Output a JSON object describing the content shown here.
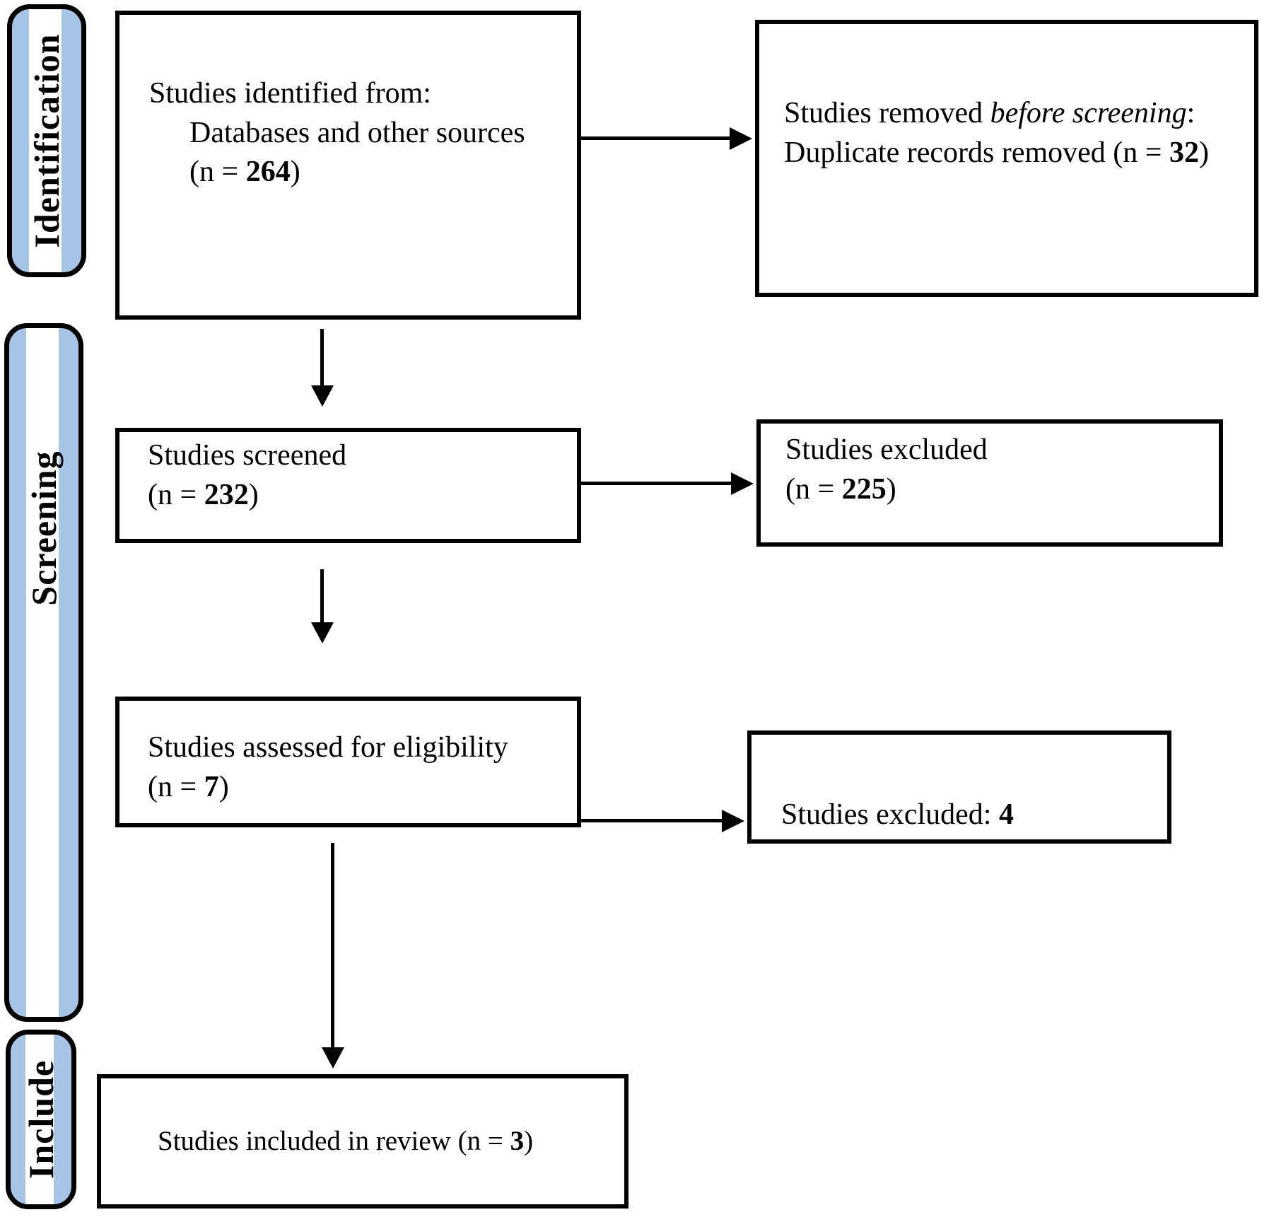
{
  "colors": {
    "tab_fill": "#a6c4e6",
    "tab_stripe": "#ffffff",
    "box_border": "#000000",
    "background": "#ffffff"
  },
  "stages": [
    {
      "id": "identification",
      "label": "Identification"
    },
    {
      "id": "screening",
      "label": "Screening"
    },
    {
      "id": "include",
      "label": "Include"
    }
  ],
  "boxes": {
    "identified": {
      "lines": [
        {
          "segments": [
            {
              "text": "Studies identified from:"
            }
          ]
        },
        {
          "indent": true,
          "segments": [
            {
              "text": "Databases and other sources"
            }
          ]
        },
        {
          "indent": true,
          "segments": [
            {
              "text": "(n = "
            },
            {
              "text": "264",
              "style": "bold"
            },
            {
              "text": ")"
            }
          ]
        }
      ]
    },
    "removed_before_screening": {
      "lines": [
        {
          "segments": [
            {
              "text": "Studies removed "
            },
            {
              "text": "before screening",
              "style": "italic"
            },
            {
              "text": ":"
            }
          ]
        },
        {
          "segments": [
            {
              "text": "Duplicate records removed (n = "
            },
            {
              "text": "32",
              "style": "bold"
            },
            {
              "text": ")"
            }
          ]
        }
      ]
    },
    "screened": {
      "lines": [
        {
          "segments": [
            {
              "text": "Studies screened"
            }
          ]
        },
        {
          "segments": [
            {
              "text": "(n = "
            },
            {
              "text": "232",
              "style": "bold"
            },
            {
              "text": ")"
            }
          ]
        }
      ]
    },
    "excluded_screening": {
      "lines": [
        {
          "segments": [
            {
              "text": "Studies excluded"
            }
          ]
        },
        {
          "segments": [
            {
              "text": "(n = "
            },
            {
              "text": "225",
              "style": "bold"
            },
            {
              "text": ")"
            }
          ]
        }
      ]
    },
    "assessed": {
      "lines": [
        {
          "segments": [
            {
              "text": "Studies assessed for eligibility"
            }
          ]
        },
        {
          "segments": [
            {
              "text": "(n = "
            },
            {
              "text": "7",
              "style": "bold"
            },
            {
              "text": ")"
            }
          ]
        }
      ]
    },
    "excluded_eligibility": {
      "lines": [
        {
          "segments": [
            {
              "text": "Studies excluded: "
            },
            {
              "text": "4",
              "style": "bold"
            }
          ]
        }
      ]
    },
    "included": {
      "lines": [
        {
          "segments": [
            {
              "text": "Studies included in review (n = "
            },
            {
              "text": "3",
              "style": "bold"
            },
            {
              "text": ")"
            }
          ]
        }
      ]
    }
  },
  "arrows": [
    {
      "from": "identified",
      "to": "removed_before_screening",
      "direction": "right"
    },
    {
      "from": "identified",
      "to": "screened",
      "direction": "down"
    },
    {
      "from": "screened",
      "to": "excluded_screening",
      "direction": "right"
    },
    {
      "from": "screened",
      "to": "assessed",
      "direction": "down"
    },
    {
      "from": "assessed",
      "to": "excluded_eligibility",
      "direction": "right"
    },
    {
      "from": "assessed",
      "to": "included",
      "direction": "down"
    }
  ]
}
